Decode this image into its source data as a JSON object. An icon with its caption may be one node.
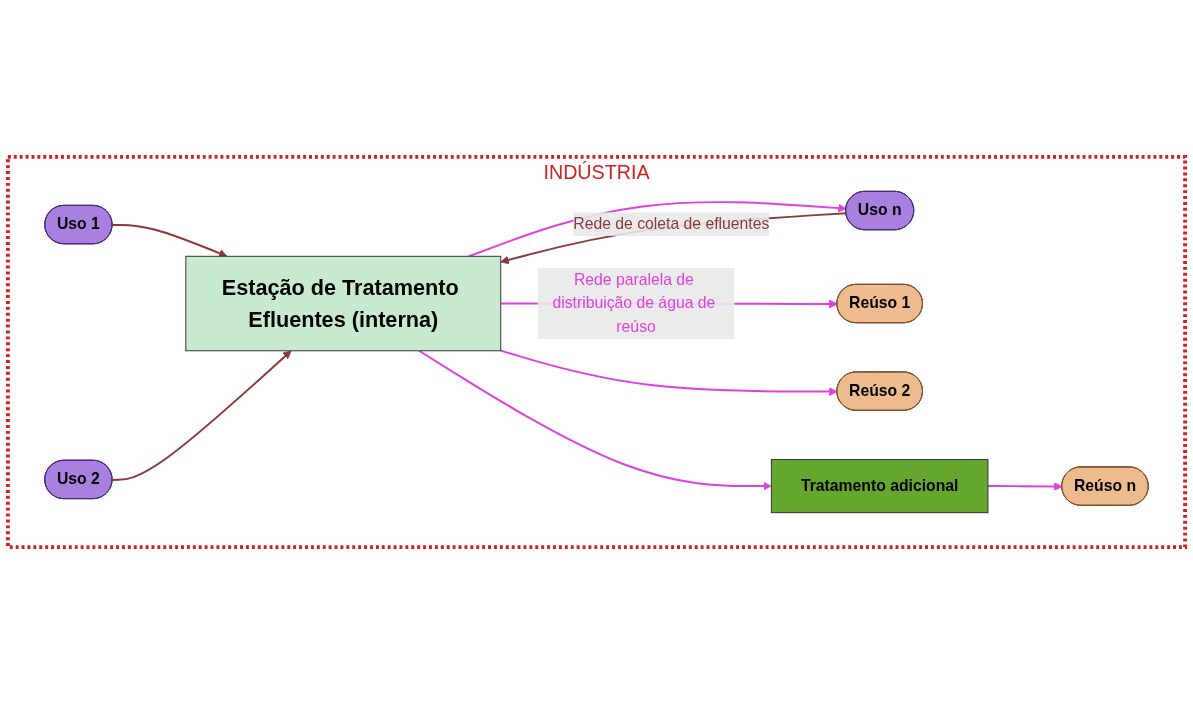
{
  "diagram": {
    "nodes": [
      {
        "text": [
          "INDÚSTRIA"
        ]
      },
      {
        "text": [
          "Estação de Tratamento Efluentes (interna)"
        ],
        "in": 0
      },
      {
        "text": [
          "Uso 1"
        ],
        "in": 0
      },
      {
        "text": [
          "Uso 2"
        ],
        "in": 0
      },
      {
        "text": [
          "Uso n"
        ],
        "in": 0
      },
      {
        "text": [
          "Reúso 1"
        ],
        "in": 0
      },
      {
        "text": [
          "Reúso 2"
        ],
        "in": 0
      },
      {
        "text": [
          "Tratamento adicional"
        ],
        "in": 0
      },
      {
        "text": [
          "Reúso n"
        ],
        "in": 0
      }
    ],
    "edges": [
      {
        "from": 2,
        "to": 1,
        "arrow": "to",
        "color": "#8b3a3a"
      },
      {
        "from": 3,
        "to": 1,
        "arrow": "to",
        "color": "#8b3a3a"
      },
      {
        "from": 4,
        "to": 1,
        "arrow": "to",
        "label": "Rede de coleta de efluentes",
        "color": "#8b3a3a"
      },
      {
        "from": 1,
        "to": 5,
        "arrow": "to",
        "label": "Rede paralela de distribuição de água de reúso"
      },
      {
        "from": 1,
        "to": 6,
        "arrow": "to"
      },
      {
        "from": 1,
        "to": 7,
        "arrow": "to"
      },
      {
        "from": 7,
        "to": 8,
        "arrow": "to"
      },
      {
        "from": 1,
        "to": 4,
        "arrow": "to"
      }
    ]
  }
}
